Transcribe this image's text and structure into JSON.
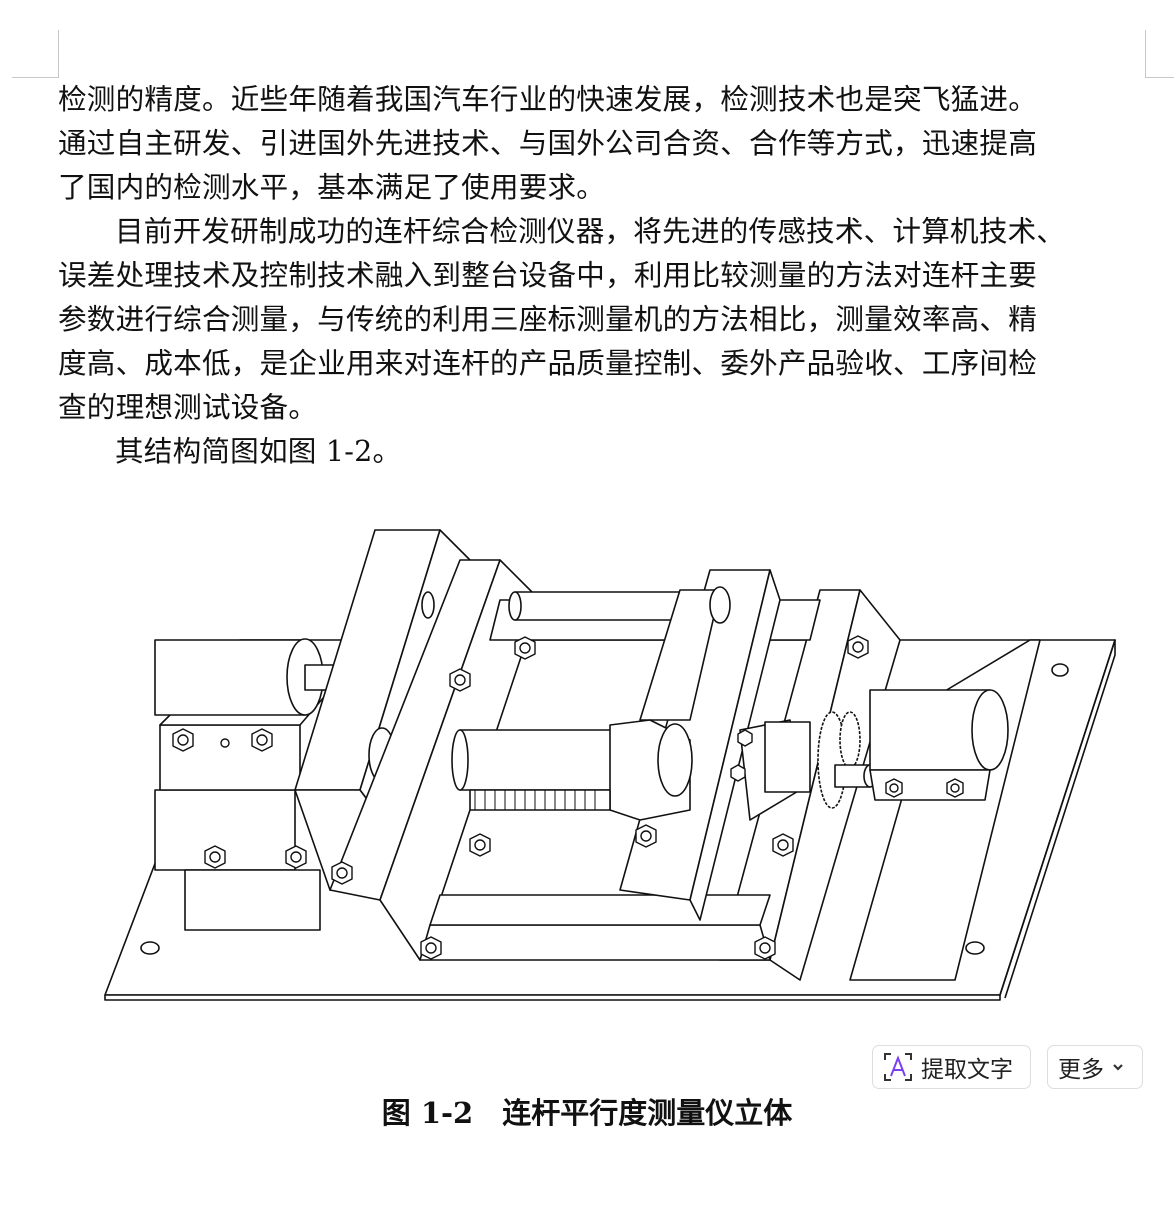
{
  "document": {
    "lines": [
      "检测的精度。近些年随着我国汽车行业的快速发展，检测技术也是突飞猛进。",
      "通过自主研发、引进国外先进技术、与国外公司合资、合作等方式，迅速提高",
      "了国内的检测水平，基本满足了使用要求。",
      "目前开发研制成功的连杆综合检测仪器，将先进的传感技术、计算机技术、",
      "误差处理技术及控制技术融入到整台设备中，利用比较测量的方法对连杆主要",
      "参数进行综合测量，与传统的利用三座标测量机的方法相比，测量效率高、精",
      "度高、成本低，是企业用来对连杆的产品质量控制、委外产品验收、工序间检",
      "查的理想测试设备。",
      "其结构简图如图 1-2。"
    ],
    "figure_caption": "图 1-2　连杆平行度测量仪立体"
  },
  "toolbar": {
    "extract_text_label": "提取文字",
    "more_label": "更多",
    "accent": "#7b3ff2"
  }
}
